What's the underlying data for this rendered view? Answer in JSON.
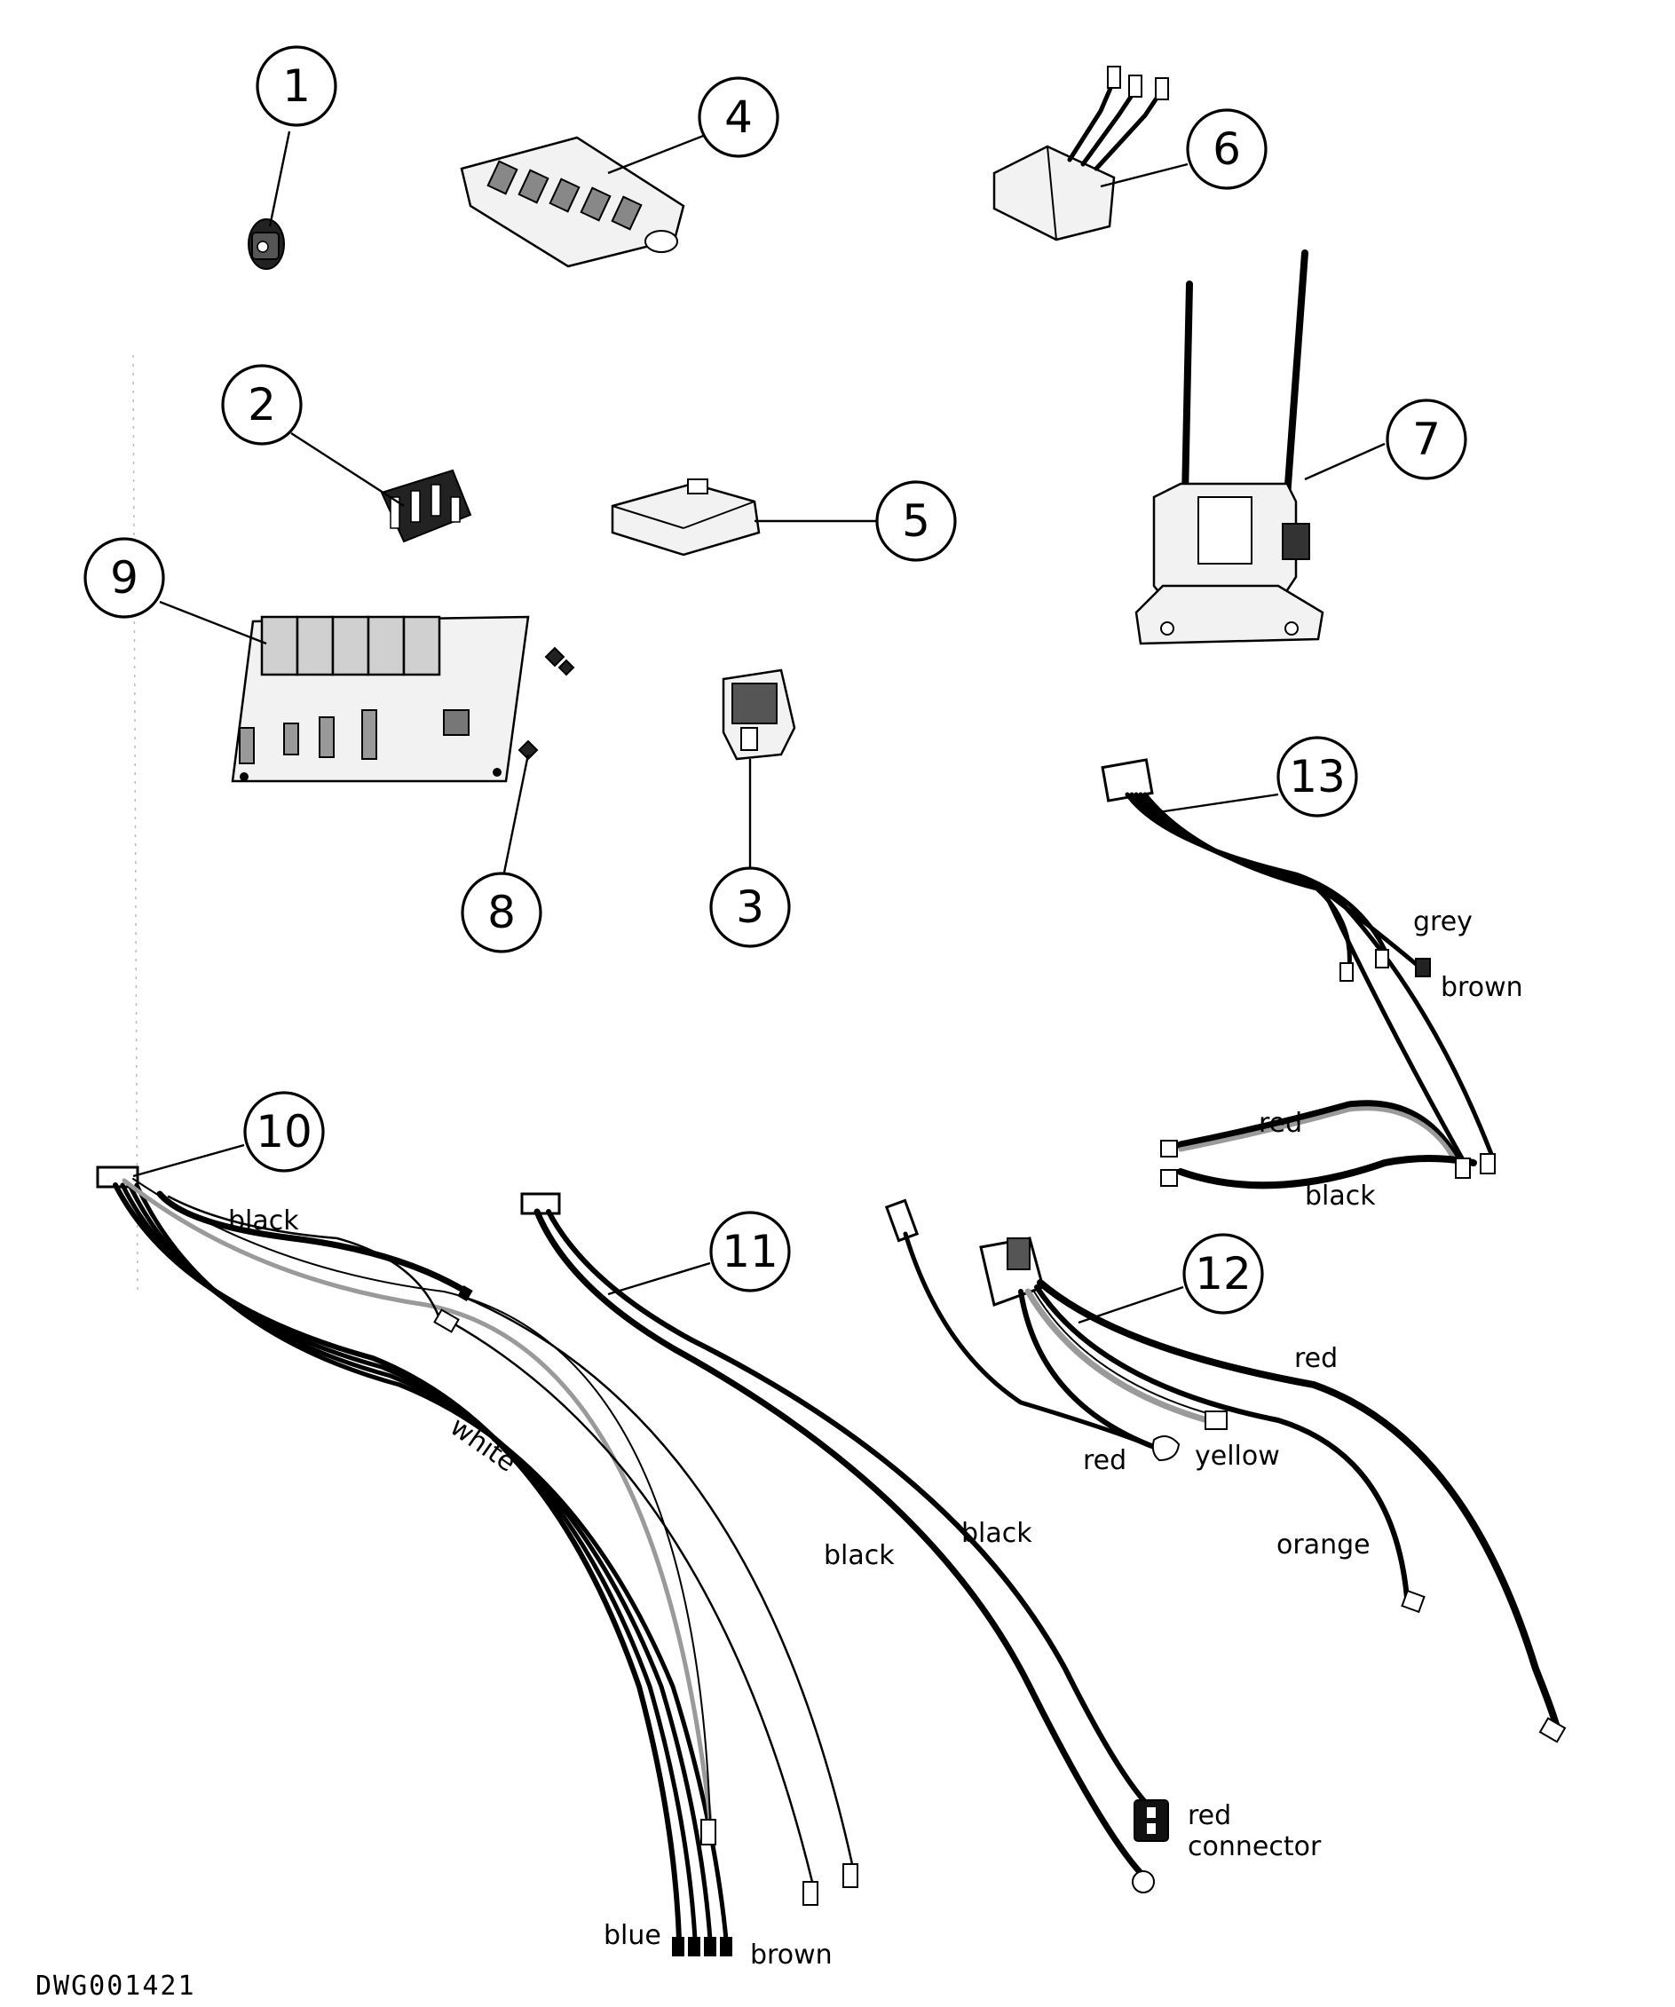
{
  "drawing_id": "DWG001421",
  "callouts": [
    {
      "num": "1"
    },
    {
      "num": "2"
    },
    {
      "num": "3"
    },
    {
      "num": "4"
    },
    {
      "num": "5"
    },
    {
      "num": "6"
    },
    {
      "num": "7"
    },
    {
      "num": "8"
    },
    {
      "num": "9"
    },
    {
      "num": "10"
    },
    {
      "num": "11"
    },
    {
      "num": "12"
    },
    {
      "num": "13"
    }
  ],
  "wire_labels": {
    "h13_grey": "grey",
    "h13_brown": "brown",
    "h13_red": "red",
    "h13_black": "black",
    "h10_black": "black",
    "h10_white": "white",
    "h10_blue": "blue",
    "h10_brown": "brown",
    "h11_black_left": "black",
    "h11_black_right": "black",
    "h11_red": "red",
    "h11_connector": "connector",
    "h12_red_top": "red",
    "h12_red": "red",
    "h12_yellow": "yellow",
    "h12_orange": "orange"
  },
  "colors": {
    "line": "#000000",
    "background": "#ffffff"
  }
}
